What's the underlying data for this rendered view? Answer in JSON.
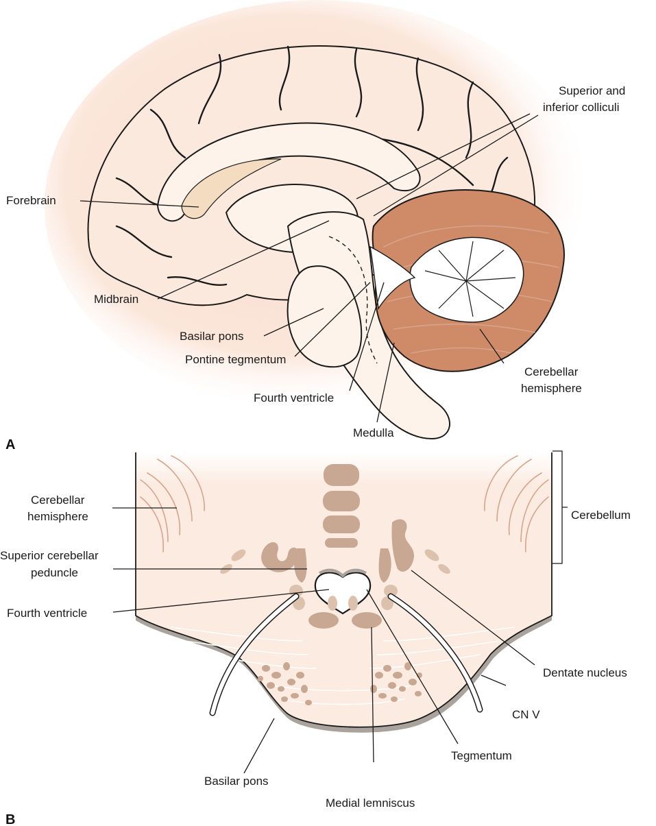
{
  "panels": {
    "a": "A",
    "b": "B"
  },
  "panel_a_labels": {
    "superior_colliculi_1": "Superior and",
    "superior_colliculi_2": "inferior colliculi",
    "forebrain": "Forebrain",
    "midbrain": "Midbrain",
    "basilar_pons": "Basilar pons",
    "pontine_tegmentum": "Pontine tegmentum",
    "fourth_ventricle": "Fourth ventricle",
    "medulla": "Medulla",
    "cerebellar_hemisphere_1": "Cerebellar",
    "cerebellar_hemisphere_2": "hemisphere"
  },
  "panel_b_labels": {
    "cerebellar_hemisphere_1": "Cerebellar",
    "cerebellar_hemisphere_2": "hemisphere",
    "cerebellum": "Cerebellum",
    "superior_cerebellar_peduncle_1": "Superior cerebellar",
    "superior_cerebellar_peduncle_2": "peduncle",
    "fourth_ventricle": "Fourth ventricle",
    "dentate_nucleus": "Dentate nucleus",
    "cn_v": "CN V",
    "tegmentum": "Tegmentum",
    "basilar_pons": "Basilar pons",
    "medial_lemniscus": "Medial lemniscus"
  },
  "colors": {
    "background_halo": "#fae3d8",
    "brain_fill": "#fbe9de",
    "brainstem_fill": "#fdf3ea",
    "cerebellum": "#cf8a68",
    "arbor_vitae": "#ffffff",
    "nucleus": "#c8a892",
    "section_fill": "#fbebe0",
    "section_rim": "#a9a29d"
  }
}
